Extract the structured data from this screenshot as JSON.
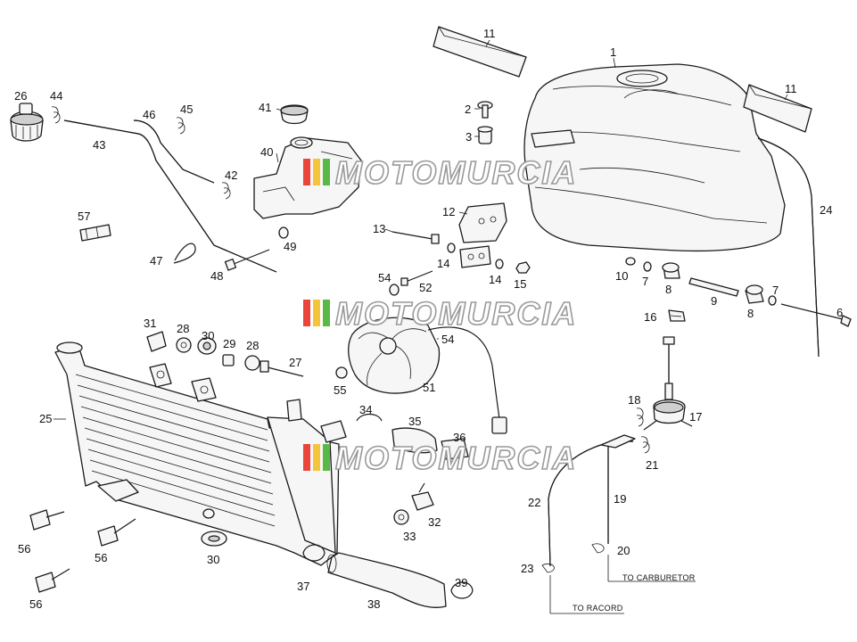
{
  "watermark": {
    "text": "MOTOMURCIA",
    "stripe_colors": [
      "#e9453b",
      "#f3c53a",
      "#59b947"
    ]
  },
  "notes": {
    "carburetor": "TO CARBURETOR",
    "racord": "TO RACORD"
  },
  "labels": {
    "l1": "1",
    "l2": "2",
    "l3": "3",
    "l6": "6",
    "l7a": "7",
    "l7b": "7",
    "l8a": "8",
    "l8b": "8",
    "l9": "9",
    "l10": "10",
    "l11a": "11",
    "l11b": "11",
    "l12": "12",
    "l13": "13",
    "l14a": "14",
    "l14b": "14",
    "l15": "15",
    "l16": "16",
    "l17": "17",
    "l18": "18",
    "l19": "19",
    "l20": "20",
    "l21": "21",
    "l22": "22",
    "l23": "23",
    "l24": "24",
    "l25": "25",
    "l26": "26",
    "l27": "27",
    "l28a": "28",
    "l28b": "28",
    "l29": "29",
    "l30a": "30",
    "l30b": "30",
    "l31": "31",
    "l32": "32",
    "l33": "33",
    "l34": "34",
    "l35": "35",
    "l36": "36",
    "l37": "37",
    "l38": "38",
    "l39": "39",
    "l40": "40",
    "l41": "41",
    "l42": "42",
    "l43": "43",
    "l44": "44",
    "l45": "45",
    "l46": "46",
    "l47": "47",
    "l48": "48",
    "l49": "49",
    "l51": "51",
    "l52": "52",
    "l54a": "54",
    "l54b": "54",
    "l55": "55",
    "l56a": "56",
    "l56b": "56",
    "l56c": "56",
    "l57": "57"
  }
}
